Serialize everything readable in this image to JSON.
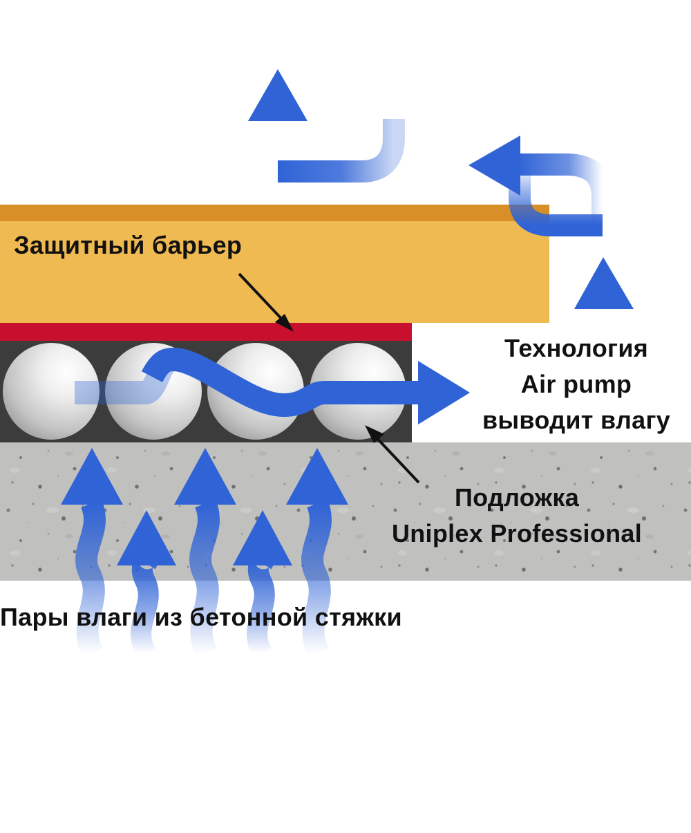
{
  "labels": {
    "barrier": "Защитный барьер",
    "airpump_line1": "Технология",
    "airpump_line2": "Air pump",
    "airpump_line3": "выводит влагу",
    "underlay_line1": "Подложка",
    "underlay_line2": "Uniplex Professional",
    "vapor": "Пары влаги из бетонной стяжки"
  },
  "colors": {
    "barrier_top": "#d88f28",
    "barrier_body": "#f0ba52",
    "red_strip": "#c8102e",
    "underlay_bg": "#3c3c3c",
    "concrete": "#bfbfbd",
    "arrow_blue": "#2f63d6",
    "text": "#111111"
  },
  "icons": {
    "flow_arrow": "blue-arrow-icon",
    "pointer": "black-pointer-arrow-icon"
  }
}
